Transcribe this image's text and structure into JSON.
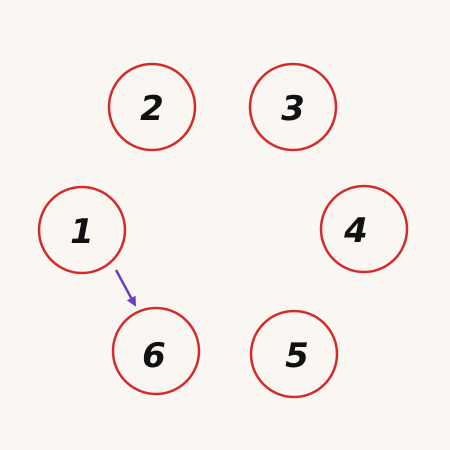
{
  "colors": {
    "background": "#faf7f3",
    "node_stroke": "#d42a2a",
    "label": "#111111",
    "arrow": "#6a3fc4"
  },
  "nodes": [
    {
      "label": "1"
    },
    {
      "label": "2"
    },
    {
      "label": "3"
    },
    {
      "label": "4"
    },
    {
      "label": "5"
    },
    {
      "label": "6"
    }
  ],
  "edges": [
    {
      "from": "1",
      "to": "6",
      "directed": true
    }
  ]
}
